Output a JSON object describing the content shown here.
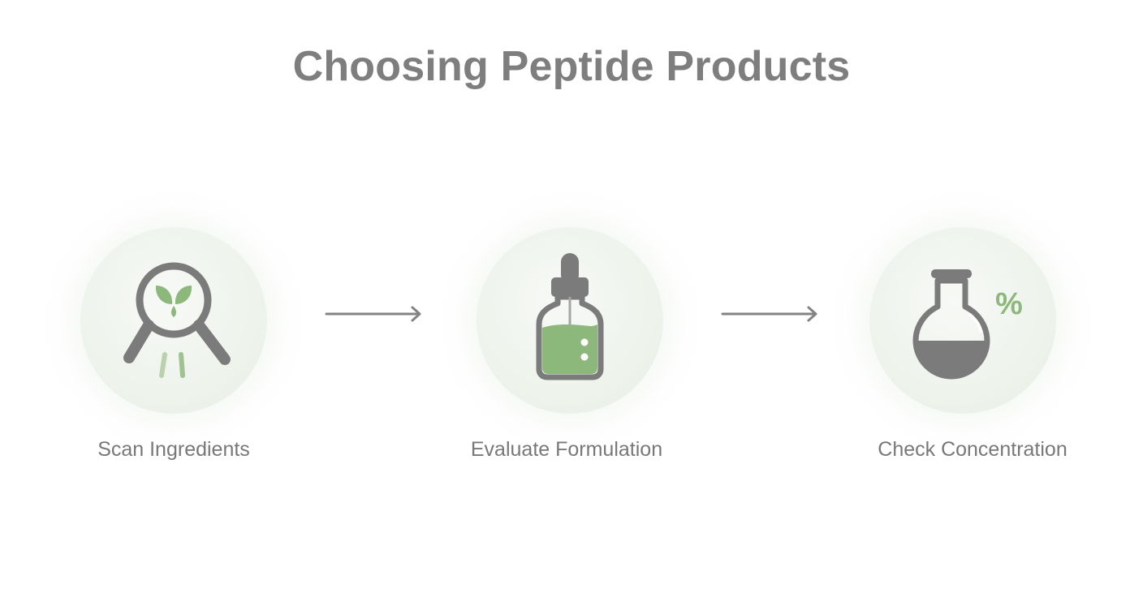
{
  "title": "Choosing Peptide Products",
  "steps": [
    {
      "label": "Scan Ingredients",
      "icon": "magnifier-leaf-icon"
    },
    {
      "label": "Evaluate Formulation",
      "icon": "dropper-bottle-icon"
    },
    {
      "label": "Check Concentration",
      "icon": "flask-percent-icon"
    }
  ],
  "percent_symbol": "%",
  "colors": {
    "text": "#7e7e7e",
    "icon_gray": "#7b7b7b",
    "accent_green": "#8db87c",
    "circle": "#eef3ec"
  }
}
